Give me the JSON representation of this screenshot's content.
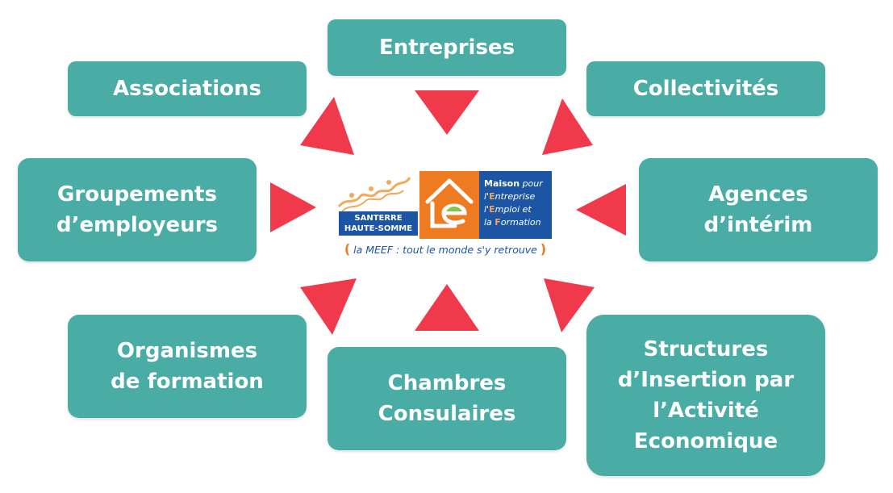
{
  "nodes": {
    "entreprises": "Entreprises",
    "associations": "Associations",
    "collectivites": "Collectivités",
    "groupements": "Groupements\nd’employeurs",
    "agences": "Agences\nd’intérim",
    "organismes": "Organismes\nde formation",
    "chambres": "Chambres\nConsulaires",
    "structures": "Structures\nd’Insertion par\nl’Activité\nEconomique"
  },
  "logo": {
    "santerre": "SANTERRE\nHAUTE-SOMME",
    "line1_bold": "Maison",
    "line1_rest": " pour",
    "line2_pre": "l'",
    "line2_hl": "E",
    "line2_rest": "ntreprise",
    "line3_pre": "l'",
    "line3_hl": "E",
    "line3_rest": "mploi et",
    "line4_pre": "la ",
    "line4_hl": "F",
    "line4_rest": "ormation",
    "tagline": "la MEEF : tout le monde s'y retrouve",
    "paren_open": "(",
    "paren_close": ")"
  },
  "colors": {
    "box": "#4aada5",
    "arrow": "#f0394a",
    "logo_orange": "#ee7b22",
    "logo_blue": "#1c55a3"
  }
}
